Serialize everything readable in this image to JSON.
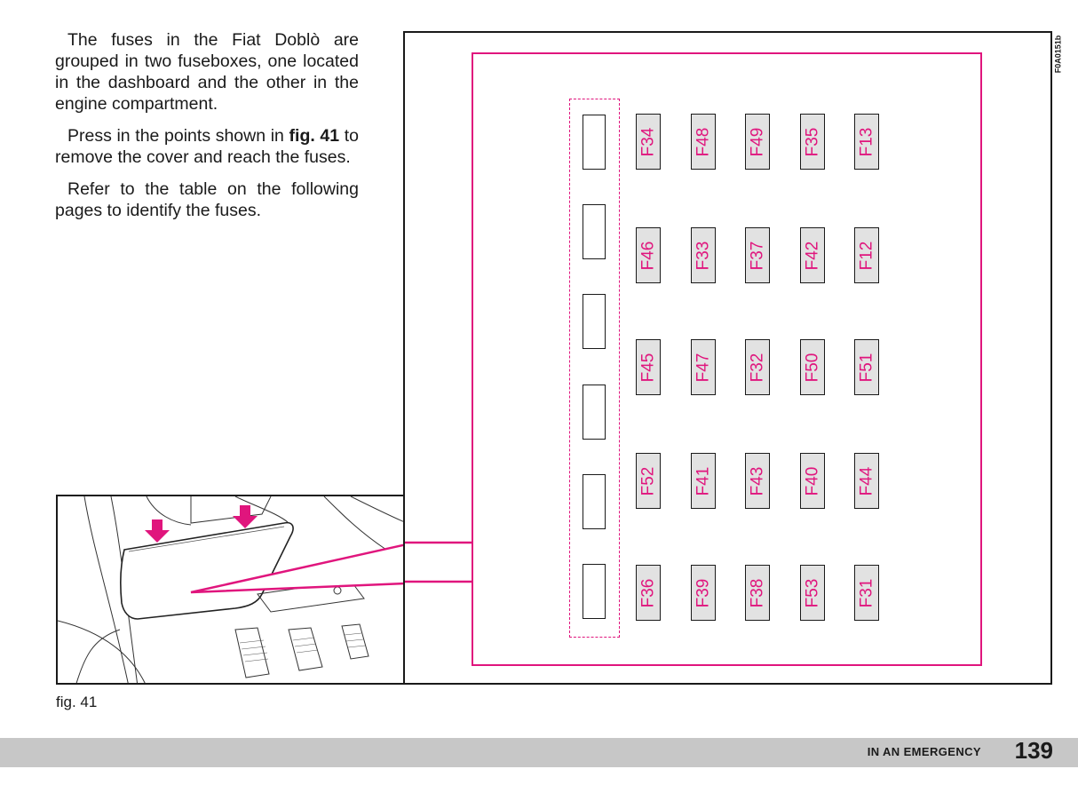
{
  "intro": {
    "p1": "The fuses in the Fiat Doblò are grouped in two fuseboxes, one located in the dashboard and the other in the engine compartment.",
    "p2_before": "Press in the points shown in ",
    "p2_bold": "fig. 41",
    "p2_after": " to remove the cover and reach the fuses.",
    "p3": "Refer to the table on the following pages to identify the fuses."
  },
  "figure": {
    "code": "F0A0151b",
    "caption": "fig. 41",
    "fuses": [
      [
        "F34",
        "F48",
        "F49",
        "F35",
        "F13"
      ],
      [
        "F46",
        "F33",
        "F37",
        "F42",
        "F12"
      ],
      [
        "F45",
        "F47",
        "F32",
        "F50",
        "F51"
      ],
      [
        "F52",
        "F41",
        "F43",
        "F40",
        "F44"
      ],
      [
        "F36",
        "F39",
        "F38",
        "F53",
        "F31"
      ]
    ],
    "relay_count": 6,
    "highlight_color": "#e0157d"
  },
  "footer": {
    "section": "IN AN EMERGENCY",
    "page": "139"
  }
}
